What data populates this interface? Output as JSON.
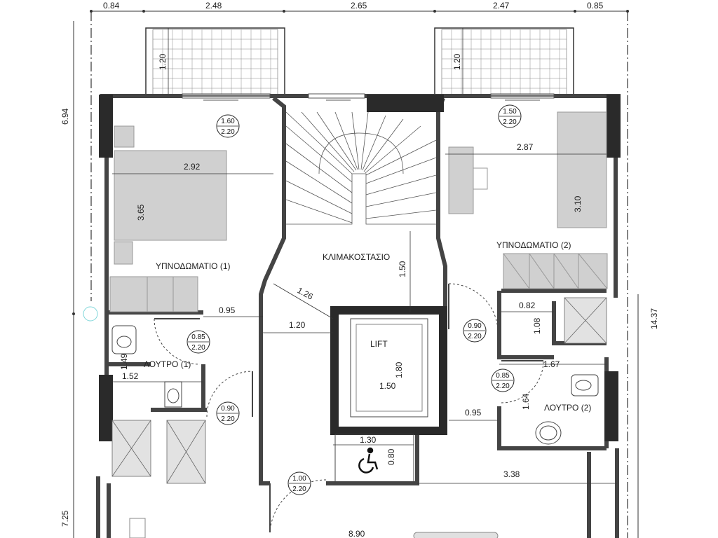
{
  "top_dimensions": [
    "0.84",
    "2.48",
    "2.65",
    "2.47",
    "0.85"
  ],
  "side_dimensions": {
    "left_upper": "6.94",
    "left_lower": "7.25",
    "right": "14.37",
    "bottom_total": "8.90"
  },
  "balcony_dimensions": [
    "1.20",
    "1.20"
  ],
  "rooms": {
    "bedroom1": "ΥΠΝΟΔΩΜΑΤΙΟ (1)",
    "bedroom2": "ΥΠΝΟΔΩΜΑΤΙΟ (2)",
    "stairwell": "ΚΛΙΜΑΚΟΣΤΑΣΙΟ",
    "bath1": "ΛΟΥΤΡΟ (1)",
    "bath2": "ΛΟΥΤΡΟ (2)",
    "lift": "LIFT"
  },
  "interior_dimensions": {
    "bed1_width": "2.92",
    "bed1_depth": "3.65",
    "bed2_width": "2.87",
    "bed2_depth": "3.10",
    "corridor_095_a": "0.95",
    "corridor_120": "1.20",
    "diag_126": "1.26",
    "stair_150": "1.50",
    "bath1_149": "1.49",
    "bath1_152": "1.52",
    "closet_082": "0.82",
    "closet_108": "1.08",
    "bath2_167": "1.67",
    "bath2_164": "1.64",
    "corridor_095_b": "0.95",
    "lift_180": "1.80",
    "lift_150": "1.50",
    "acc_130": "1.30",
    "acc_080": "0.80",
    "hall_338": "3.38"
  },
  "door_tags": [
    {
      "w": "1.60",
      "h": "2.20"
    },
    {
      "w": "1.50",
      "h": "2.20"
    },
    {
      "w": "0.85",
      "h": "2.20"
    },
    {
      "w": "0.90",
      "h": "2.20"
    },
    {
      "w": "0.90",
      "h": "2.20"
    },
    {
      "w": "0.85",
      "h": "2.20"
    },
    {
      "w": "1.00",
      "h": "2.20"
    }
  ],
  "accessibility_icon": "wheelchair-icon"
}
